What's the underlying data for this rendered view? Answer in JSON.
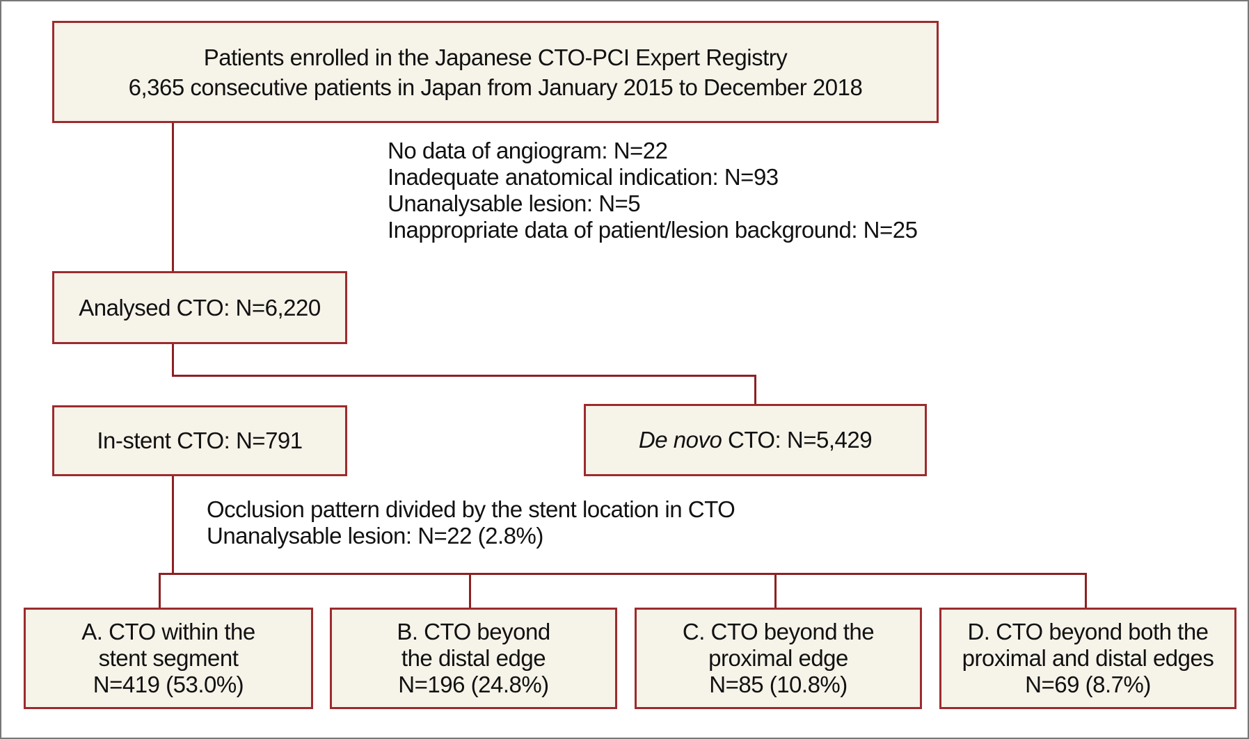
{
  "figure": {
    "colors": {
      "box_fill": "#f6f3e9",
      "box_border": "#9c2b2e",
      "line": "#8e2022",
      "frame": "#777777",
      "text": "#111111",
      "background": "#ffffff"
    },
    "top_box": {
      "line1": "Patients enrolled in the Japanese CTO-PCI Expert Registry",
      "line2": "6,365 consecutive patients in Japan from January 2015 to December 2018"
    },
    "exclusions": {
      "lines": [
        "No data of angiogram: N=22",
        "Inadequate anatomical indication: N=93",
        "Unanalysable lesion: N=5",
        "Inappropriate data of patient/lesion background: N=25"
      ]
    },
    "analysed_box": {
      "label": "Analysed CTO: N=6,220"
    },
    "in_stent_box": {
      "label": "In-stent CTO: N=791"
    },
    "de_novo_box": {
      "italic_part": "De novo",
      "rest_part": " CTO: N=5,429"
    },
    "occlusion_note": {
      "lines": [
        "Occlusion pattern divided by the stent location in CTO",
        "Unanalysable lesion: N=22 (2.8%)"
      ]
    },
    "outcome_boxes": [
      {
        "id": "A",
        "lines": [
          "A. CTO within the",
          "stent segment",
          "N=419 (53.0%)"
        ]
      },
      {
        "id": "B",
        "lines": [
          "B. CTO beyond",
          "the distal edge",
          "N=196 (24.8%)"
        ]
      },
      {
        "id": "C",
        "lines": [
          "C. CTO beyond the",
          "proximal edge",
          "N=85 (10.8%)"
        ]
      },
      {
        "id": "D",
        "lines": [
          "D. CTO beyond both the",
          "proximal and distal edges",
          "N=69 (8.7%)"
        ]
      }
    ]
  }
}
